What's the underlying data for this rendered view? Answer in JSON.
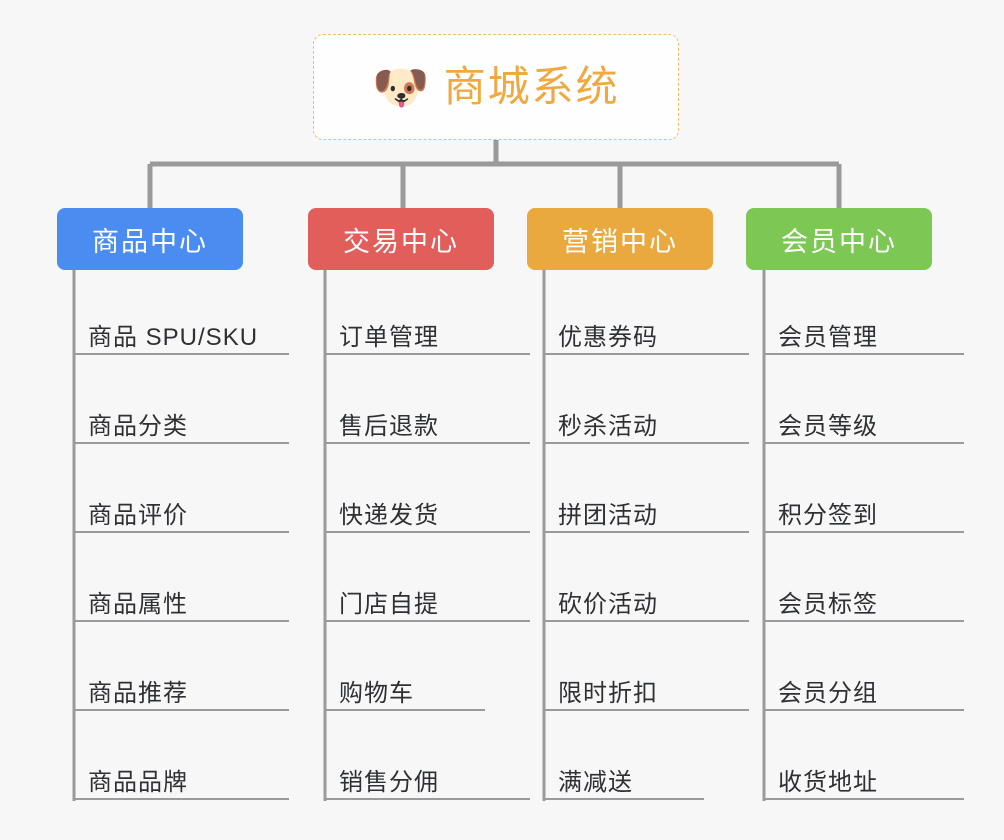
{
  "diagram": {
    "title": "商城系统",
    "background_color": "#f7f7f7",
    "root": {
      "label": "商城系统",
      "icon": "shiba-dog-emoji",
      "emoji": "🐶",
      "text_color": "#efa940",
      "border_color": "#f0bb6a",
      "background_color": "#fefefe"
    },
    "line_color": "#9a9a9a",
    "columns": [
      {
        "id": "product-center",
        "label": "商品中心",
        "color": "#4a8cf0",
        "items": [
          "商品 SPU/SKU",
          "商品分类",
          "商品评价",
          "商品属性",
          "商品推荐",
          "商品品牌"
        ]
      },
      {
        "id": "trade-center",
        "label": "交易中心",
        "color": "#e15e5a",
        "items": [
          "订单管理",
          "售后退款",
          "快递发货",
          "门店自提",
          "购物车",
          "销售分佣"
        ]
      },
      {
        "id": "marketing-center",
        "label": "营销中心",
        "color": "#eaa93e",
        "items": [
          "优惠券码",
          "秒杀活动",
          "拼团活动",
          "砍价活动",
          "限时折扣",
          "满减送"
        ]
      },
      {
        "id": "member-center",
        "label": "会员中心",
        "color": "#7dc855",
        "items": [
          "会员管理",
          "会员等级",
          "积分签到",
          "会员标签",
          "会员分组",
          "收货地址"
        ]
      }
    ]
  }
}
